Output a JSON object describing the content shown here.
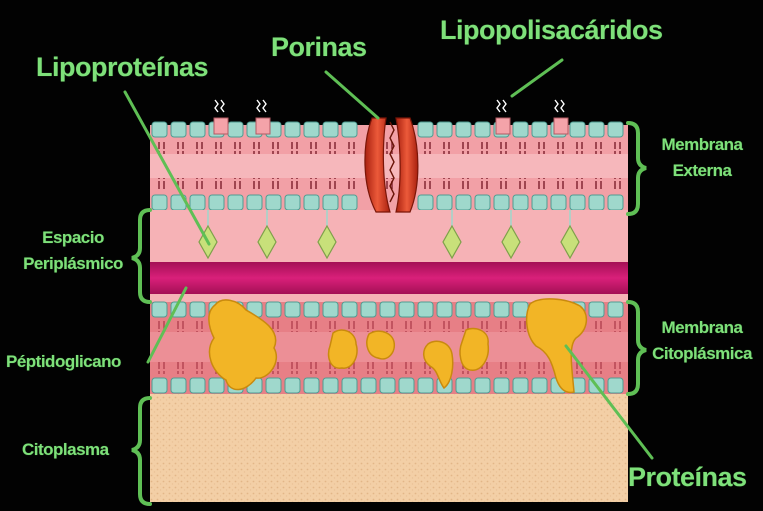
{
  "labels": {
    "lipoproteinas": "Lipoproteínas",
    "porinas": "Porinas",
    "lipopolisacaridos": "Lipopolisacáridos",
    "membrana_externa_1": "Membrana",
    "membrana_externa_2": "Externa",
    "espacio_periplasmico_1": "Espacio",
    "espacio_periplasmico_2": "Periplásmico",
    "peptidoglicano": "Péptidoglicano",
    "membrana_citoplasmica_1": "Membrana",
    "membrana_citoplasmica_2": "Citoplásmica",
    "citoplasma": "Citoplasma",
    "proteinas": "Proteínas"
  },
  "colors": {
    "background": "#020202",
    "label_green": "#7ee07a",
    "bracket_green": "#5fbf55",
    "lipid_head_teal": "#9fd8cc",
    "membrane_pink": "#f2a0a6",
    "periplasm_pink": "#f6b2b6",
    "peptidoglycan_magenta": "#c8186e",
    "cytoplasmic_membrane_red": "#e77f86",
    "cytoplasm_beige": "#f3cfa6",
    "porin_red": "#d23a22",
    "protein_yellow": "#f2b526",
    "lipoprotein_green": "#c8e07a"
  }
}
